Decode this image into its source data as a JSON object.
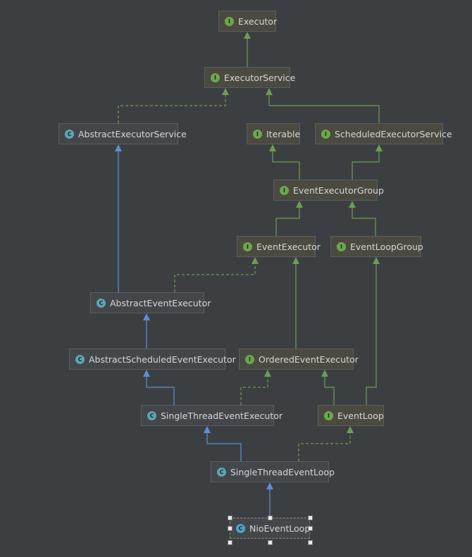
{
  "colors": {
    "background": "#3c3f41",
    "implements": "#6a9f52",
    "extends": "#5a8fd8"
  },
  "nodes": [
    {
      "id": "executor",
      "label": "Executor",
      "kind": "interface",
      "icon": "I"
    },
    {
      "id": "executor-service",
      "label": "ExecutorService",
      "kind": "interface",
      "icon": "I"
    },
    {
      "id": "abstract-executor-service",
      "label": "AbstractExecutorService",
      "kind": "abstract-class",
      "icon": "C"
    },
    {
      "id": "iterable",
      "label": "Iterable",
      "kind": "interface",
      "icon": "I"
    },
    {
      "id": "scheduled-executor-service",
      "label": "ScheduledExecutorService",
      "kind": "interface",
      "icon": "I"
    },
    {
      "id": "event-executor-group",
      "label": "EventExecutorGroup",
      "kind": "interface",
      "icon": "I"
    },
    {
      "id": "event-executor",
      "label": "EventExecutor",
      "kind": "interface",
      "icon": "I"
    },
    {
      "id": "event-loop-group",
      "label": "EventLoopGroup",
      "kind": "interface",
      "icon": "I"
    },
    {
      "id": "abstract-event-executor",
      "label": "AbstractEventExecutor",
      "kind": "abstract-class",
      "icon": "C"
    },
    {
      "id": "abstract-scheduled-event-executor",
      "label": "AbstractScheduledEventExecutor",
      "kind": "abstract-class",
      "icon": "C"
    },
    {
      "id": "ordered-event-executor",
      "label": "OrderedEventExecutor",
      "kind": "interface",
      "icon": "I"
    },
    {
      "id": "single-thread-event-executor",
      "label": "SingleThreadEventExecutor",
      "kind": "abstract-class",
      "icon": "C"
    },
    {
      "id": "event-loop",
      "label": "EventLoop",
      "kind": "interface",
      "icon": "I"
    },
    {
      "id": "single-thread-event-loop",
      "label": "SingleThreadEventLoop",
      "kind": "abstract-class",
      "icon": "C"
    },
    {
      "id": "nio-event-loop",
      "label": "NioEventLoop",
      "kind": "class",
      "icon": "C",
      "selected": true
    }
  ],
  "edges": [
    {
      "from": "executor-service",
      "to": "executor",
      "type": "extends-interface"
    },
    {
      "from": "abstract-executor-service",
      "to": "executor-service",
      "type": "implements"
    },
    {
      "from": "scheduled-executor-service",
      "to": "executor-service",
      "type": "extends-interface"
    },
    {
      "from": "event-executor-group",
      "to": "iterable",
      "type": "extends-interface"
    },
    {
      "from": "event-executor-group",
      "to": "scheduled-executor-service",
      "type": "extends-interface"
    },
    {
      "from": "event-executor",
      "to": "event-executor-group",
      "type": "extends-interface"
    },
    {
      "from": "event-loop-group",
      "to": "event-executor-group",
      "type": "extends-interface"
    },
    {
      "from": "abstract-event-executor",
      "to": "abstract-executor-service",
      "type": "extends"
    },
    {
      "from": "abstract-event-executor",
      "to": "event-executor",
      "type": "implements"
    },
    {
      "from": "ordered-event-executor",
      "to": "event-executor",
      "type": "extends-interface"
    },
    {
      "from": "abstract-scheduled-event-executor",
      "to": "abstract-event-executor",
      "type": "extends"
    },
    {
      "from": "single-thread-event-executor",
      "to": "abstract-scheduled-event-executor",
      "type": "extends"
    },
    {
      "from": "single-thread-event-executor",
      "to": "ordered-event-executor",
      "type": "implements"
    },
    {
      "from": "event-loop",
      "to": "ordered-event-executor",
      "type": "extends-interface"
    },
    {
      "from": "event-loop",
      "to": "event-loop-group",
      "type": "extends-interface"
    },
    {
      "from": "single-thread-event-loop",
      "to": "single-thread-event-executor",
      "type": "extends"
    },
    {
      "from": "single-thread-event-loop",
      "to": "event-loop",
      "type": "implements"
    },
    {
      "from": "nio-event-loop",
      "to": "single-thread-event-loop",
      "type": "extends"
    }
  ]
}
